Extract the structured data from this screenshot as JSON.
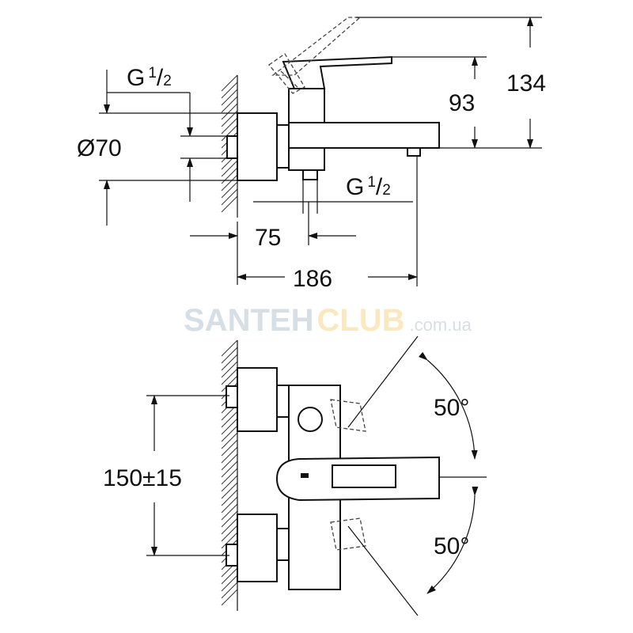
{
  "watermark": {
    "part1": "SANTEH",
    "part2": "CLUB",
    "domain": ".com.ua",
    "color1": "#d6dee6",
    "color2": "#fbe8bf"
  },
  "top_view": {
    "thread_left": {
      "base": "G",
      "num": "1",
      "den": "2"
    },
    "diameter": "Ø70",
    "height_total": "134",
    "height_spout": "93",
    "thread_right": {
      "base": "G",
      "num": "1",
      "den": "2"
    },
    "offset": "75",
    "projection": "186"
  },
  "front_view": {
    "centers": "150±15",
    "angle_up": "50°",
    "angle_down": "50°"
  }
}
